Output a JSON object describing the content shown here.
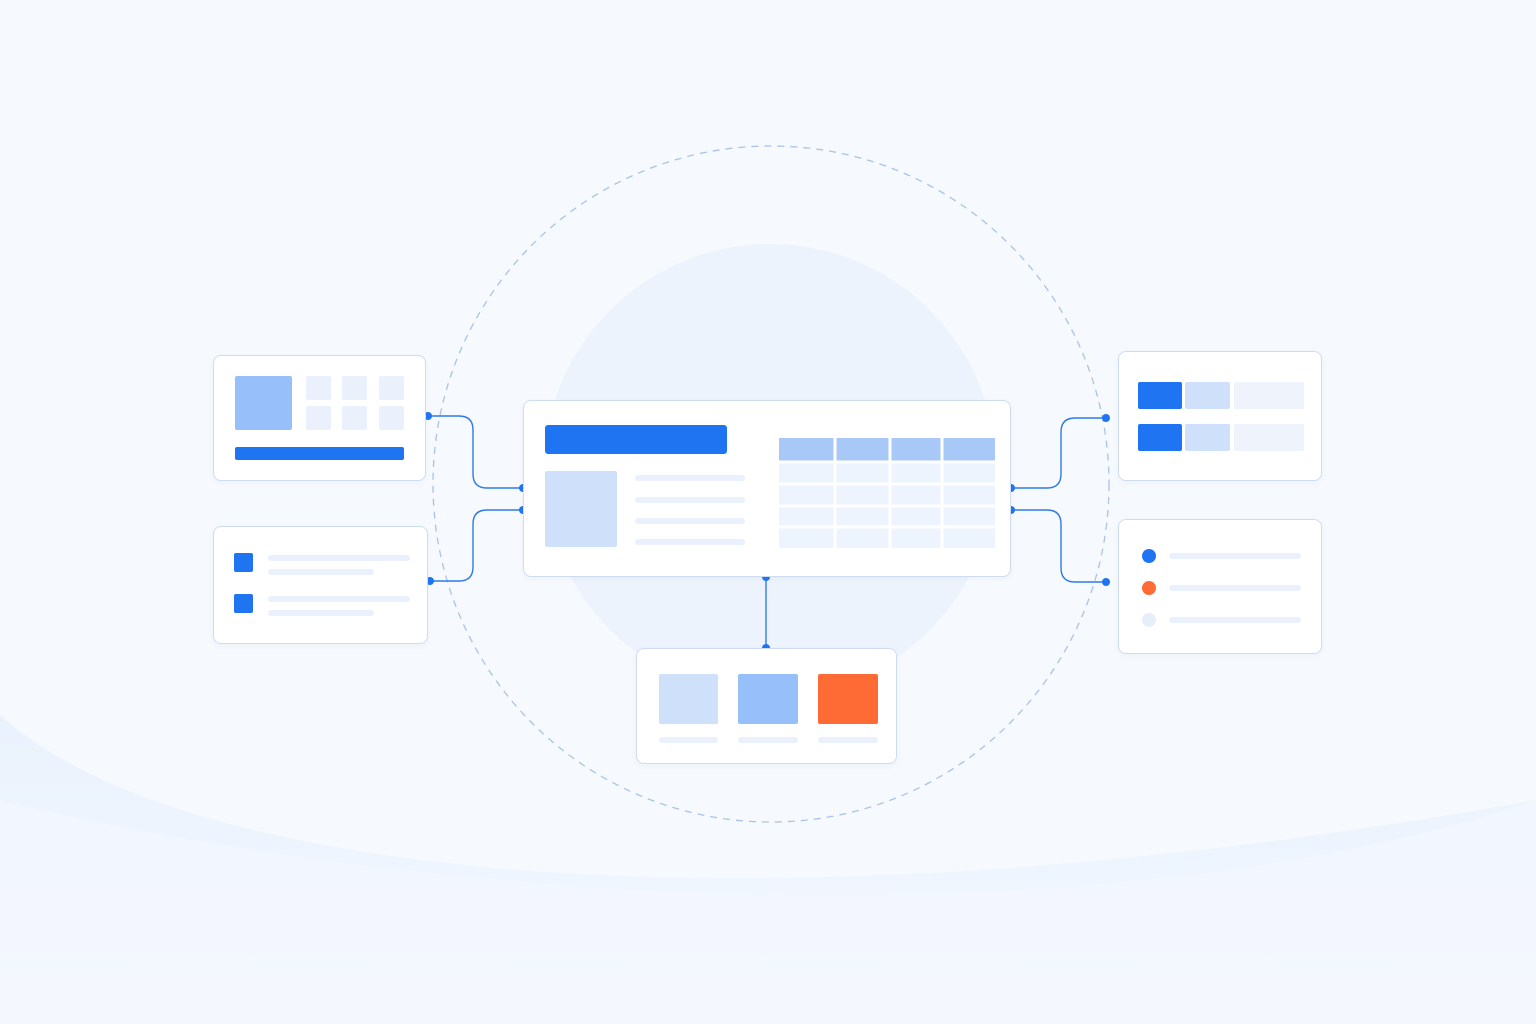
{
  "colors": {
    "background": "#f6f9fd",
    "accent_blue": "#1f74f2",
    "mid_blue": "#97c0fa",
    "light_blue": "#cfe0fb",
    "pale_blue": "#eaf1fc",
    "accent_orange": "#ff6b35",
    "card_border": "#cfdcef",
    "connector": "#2f7ae6",
    "dashed_ring": "#a9c3e6"
  },
  "icons": [
    "connector-dot-icon",
    "status-dot-blue-icon",
    "status-dot-orange-icon",
    "status-dot-pale-icon"
  ],
  "diagram": {
    "nodes": [
      "central-dashboard-card",
      "grid-card",
      "checklist-card",
      "bar-table-card",
      "status-list-card",
      "swatch-card"
    ],
    "edges": [
      [
        "grid-card",
        "central-dashboard-card"
      ],
      [
        "checklist-card",
        "central-dashboard-card"
      ],
      [
        "central-dashboard-card",
        "bar-table-card"
      ],
      [
        "central-dashboard-card",
        "status-list-card"
      ],
      [
        "central-dashboard-card",
        "swatch-card"
      ]
    ]
  }
}
